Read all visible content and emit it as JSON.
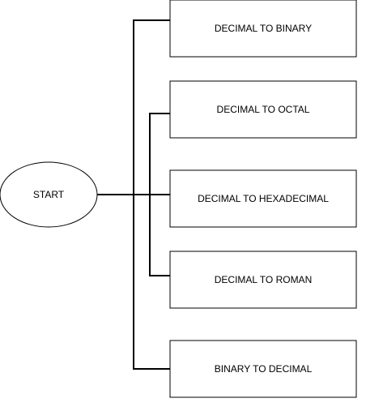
{
  "diagram": {
    "start": {
      "label": "START"
    },
    "nodes": [
      {
        "id": "dec-bin",
        "label": "DECIMAL TO BINARY"
      },
      {
        "id": "dec-oct",
        "label": "DECIMAL TO OCTAL"
      },
      {
        "id": "dec-hex",
        "label": "DECIMAL TO HEXADECIMAL"
      },
      {
        "id": "dec-rom",
        "label": "DECIMAL TO ROMAN"
      },
      {
        "id": "bin-dec",
        "label": "BINARY TO DECIMAL"
      }
    ],
    "colors": {
      "stroke": "#000000",
      "fill": "#ffffff",
      "text": "#000000"
    }
  }
}
